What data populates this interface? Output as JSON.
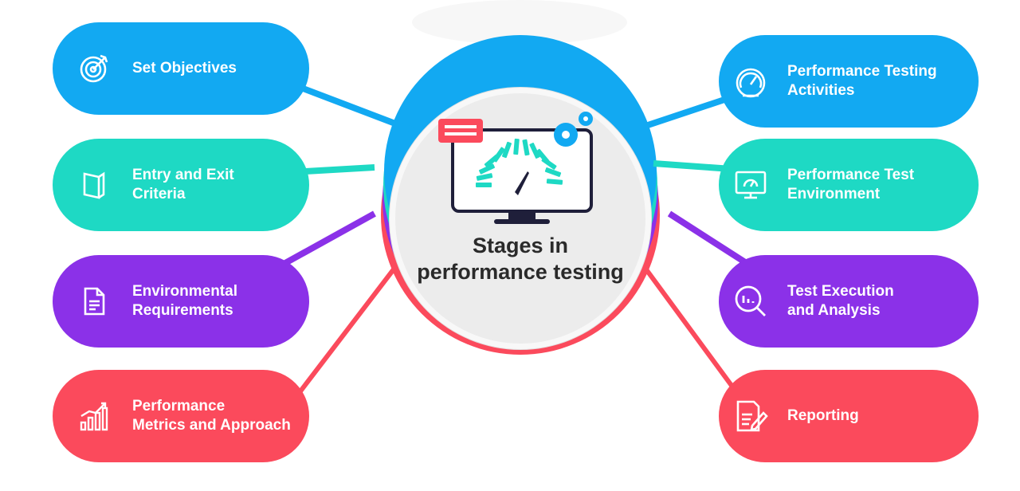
{
  "center": {
    "title_line1": "Stages in",
    "title_line2": "performance testing"
  },
  "stages": [
    {
      "label": "Set Objectives",
      "color": "#12a9f2",
      "icon": "target-icon"
    },
    {
      "label": "Entry and Exit\nCriteria",
      "color": "#1ed9c4",
      "icon": "book-icon"
    },
    {
      "label": "Environmental\nRequirements",
      "color": "#8b31e8",
      "icon": "document-icon"
    },
    {
      "label": "Performance\nMetrics and Approach",
      "color": "#fb4a5c",
      "icon": "growth-chart-icon"
    },
    {
      "label": "Performance Testing\nActivities",
      "color": "#12a9f2",
      "icon": "speedometer-icon"
    },
    {
      "label": "Performance Test\nEnvironment",
      "color": "#1ed9c4",
      "icon": "monitor-gauge-icon"
    },
    {
      "label": "Test Execution\nand Analysis",
      "color": "#8b31e8",
      "icon": "magnifier-chart-icon"
    },
    {
      "label": "Reporting",
      "color": "#fb4a5c",
      "icon": "report-edit-icon"
    }
  ]
}
